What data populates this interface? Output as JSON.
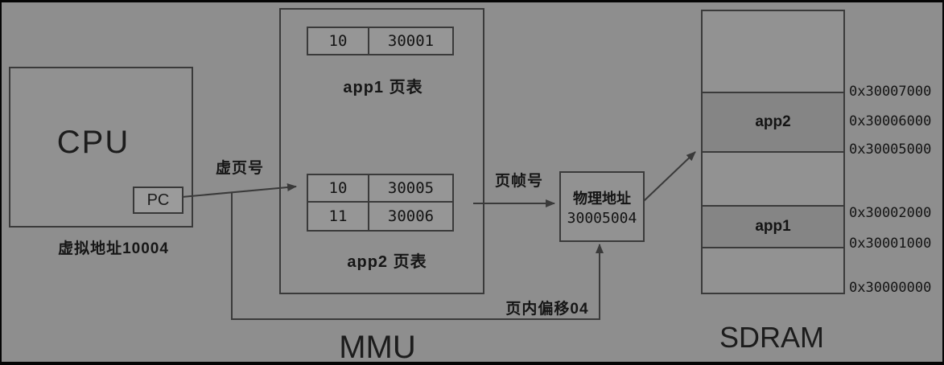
{
  "diagram_title": "virtual-to-physical address translation",
  "cpu": {
    "title": "CPU",
    "pc_label": "PC",
    "caption": "虚拟地址10004"
  },
  "mmu": {
    "label": "MMU",
    "app1_table": {
      "caption": "app1 页表",
      "rows": [
        {
          "vpn": "10",
          "pfn": "30001"
        }
      ]
    },
    "app2_table": {
      "caption": "app2 页表",
      "rows": [
        {
          "vpn": "10",
          "pfn": "30005"
        },
        {
          "vpn": "11",
          "pfn": "30006"
        }
      ]
    }
  },
  "physical_address": {
    "title": "物理地址",
    "value": "30005004"
  },
  "flow_labels": {
    "virtual_page_number": "虚页号",
    "page_frame_number": "页帧号",
    "page_offset": "页内偏移04"
  },
  "sdram": {
    "label": "SDRAM",
    "regions": [
      {
        "name": "",
        "used": false
      },
      {
        "name": "app2",
        "used": true
      },
      {
        "name": "",
        "used": false
      },
      {
        "name": "app1",
        "used": true
      },
      {
        "name": "",
        "used": false
      }
    ],
    "addresses": [
      "0x30007000",
      "0x30006000",
      "0x30005000",
      "0x30002000",
      "0x30001000",
      "0x30000000"
    ]
  },
  "colors": {
    "background": "#8e8e8e",
    "frame": "#050505",
    "box_border": "#3a3a3a",
    "box_fill": "#919191",
    "cell_fill": "#969696",
    "used_region_fill": "#858585",
    "text": "#161616",
    "arrow": "#3a3a3a"
  }
}
